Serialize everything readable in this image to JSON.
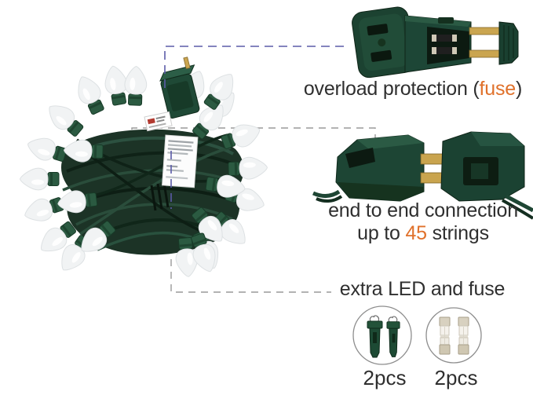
{
  "captions": {
    "fuse": {
      "prefix": "overload protection (",
      "accent": "fuse",
      "suffix": ")"
    },
    "connection": {
      "line1": "end to end connection",
      "line2_prefix": "up to ",
      "line2_accent": "45",
      "line2_suffix": " strings"
    },
    "extras": {
      "title": "extra LED and fuse",
      "led_qty": "2pcs",
      "fuse_qty": "2pcs"
    }
  },
  "colors": {
    "accent_orange": "#E0712B",
    "dash_blue": "#5B5BA8",
    "dash_gray": "#9A9A9A",
    "text": "#2F2F2F",
    "plug_green": "#1D4634",
    "wire_green": "#1B3124",
    "brass": "#C9A44E"
  },
  "icons": {
    "string_lights_photo": "bundle of white C9 LED string lights on green wire",
    "male_plug_photo": "green male plug on light string",
    "fused_plug_photo": "green plug with open fuse compartment",
    "end_to_end_plugs_photo": "two green plugs connected end to end",
    "spare_led_photo": "two spare green LED bulbs",
    "spare_fuse_photo": "two spare fuses"
  }
}
